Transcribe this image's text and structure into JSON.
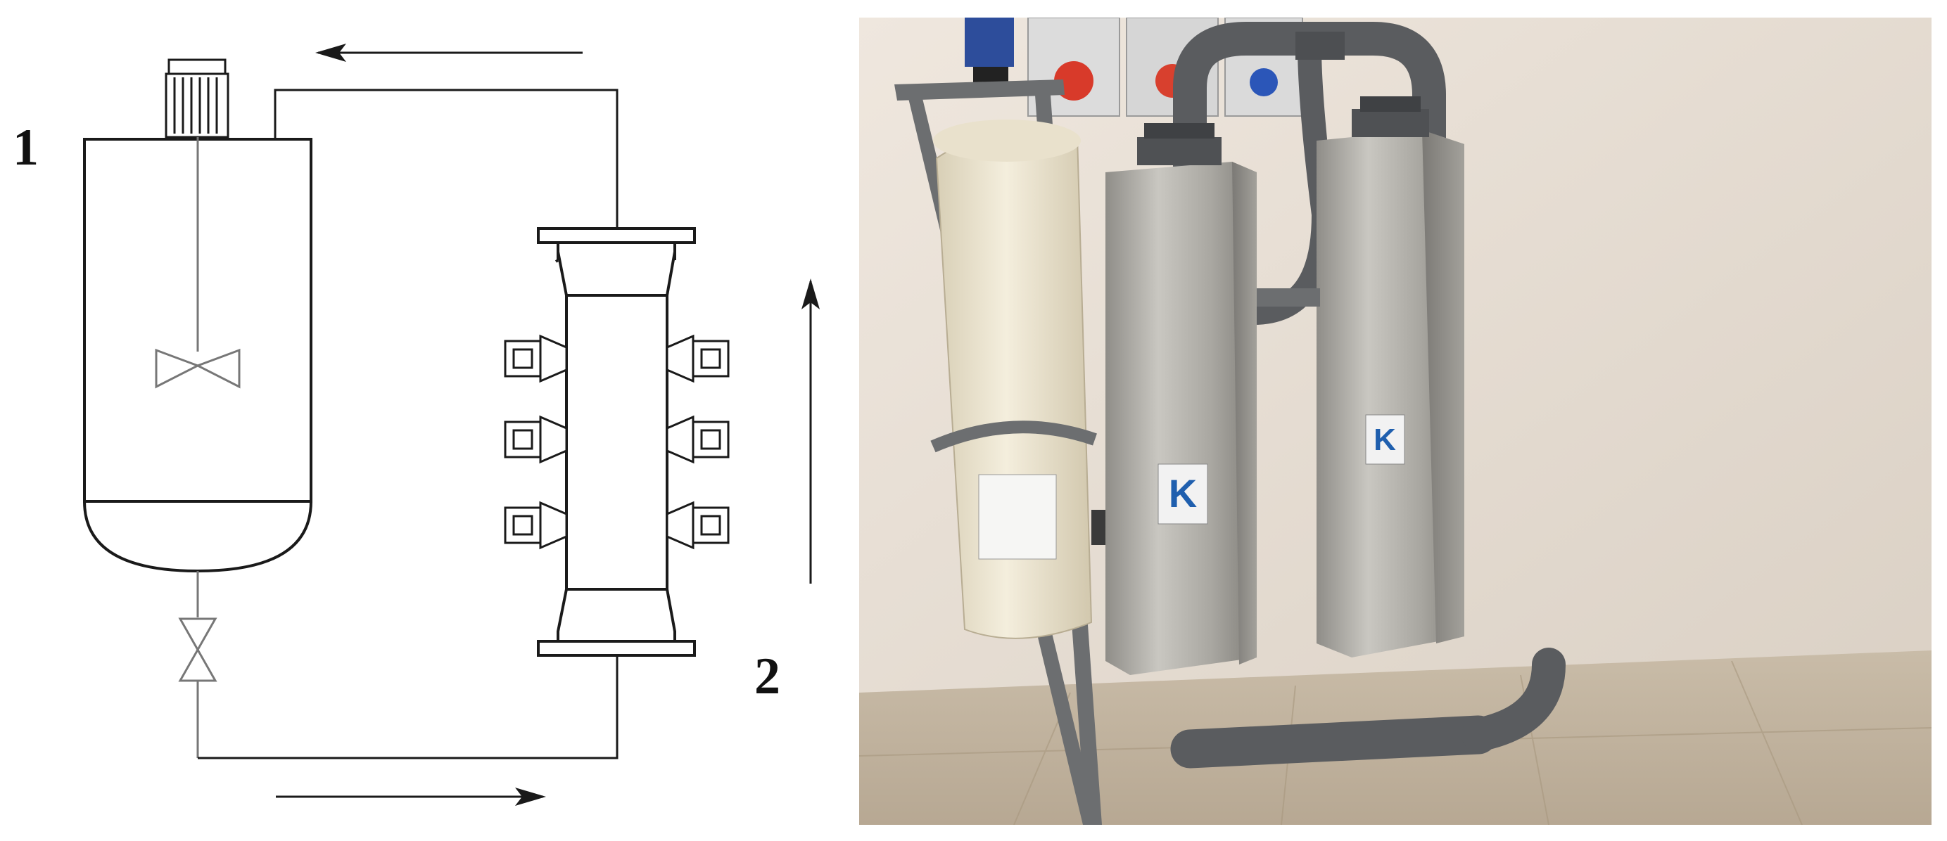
{
  "labels": {
    "tank": "1",
    "reactor": "2"
  },
  "photo": {
    "logo_left": "K",
    "logo_right": "K"
  },
  "colors": {
    "line": "#1a1a1a",
    "pipe": "#5a5c5f",
    "steel": "#b9b7b1",
    "tank": "#ece4cf",
    "wall": "#e6ddd2",
    "floor": "#cbbfae",
    "logo_blue": "#1f5fae"
  }
}
